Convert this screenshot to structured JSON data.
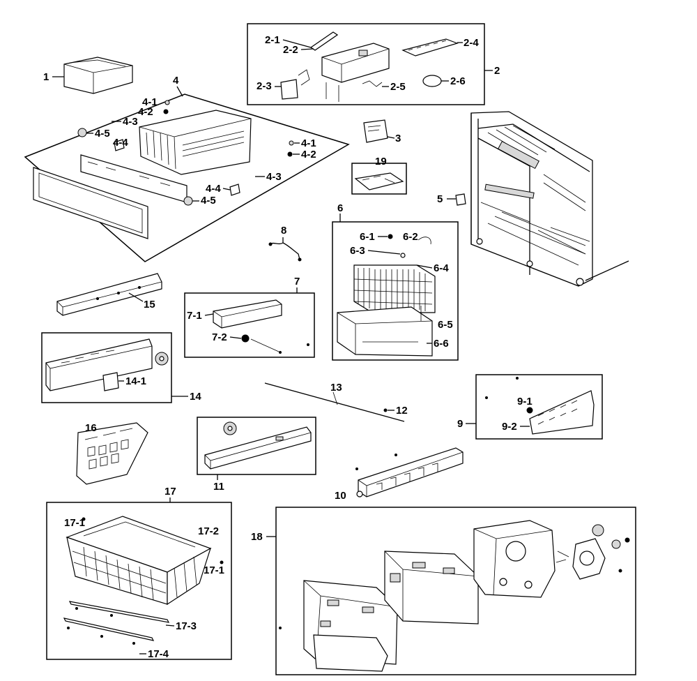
{
  "labels": {
    "p1": "1",
    "p2": "2",
    "p2_1": "2-1",
    "p2_2": "2-2",
    "p2_3": "2-3",
    "p2_4": "2-4",
    "p2_5": "2-5",
    "p2_6": "2-6",
    "p3": "3",
    "p4": "4",
    "p4_1a": "4-1",
    "p4_2a": "4-2",
    "p4_3a": "4-3",
    "p4_5a": "4-5",
    "p4_4a": "4-4",
    "p4_1b": "4-1",
    "p4_2b": "4-2",
    "p4_3b": "4-3",
    "p4_4b": "4-4",
    "p4_5b": "4-5",
    "p5": "5",
    "p6": "6",
    "p6_1": "6-1",
    "p6_2": "6-2",
    "p6_3": "6-3",
    "p6_4": "6-4",
    "p6_5": "6-5",
    "p6_6": "6-6",
    "p7": "7",
    "p7_1": "7-1",
    "p7_2": "7-2",
    "p8": "8",
    "p9": "9",
    "p9_1": "9-1",
    "p9_2": "9-2",
    "p10": "10",
    "p11": "11",
    "p12": "12",
    "p13": "13",
    "p14": "14",
    "p14_1": "14-1",
    "p15": "15",
    "p16": "16",
    "p17": "17",
    "p17_1a": "17-1",
    "p17_1b": "17-1",
    "p17_2": "17-2",
    "p17_3": "17-3",
    "p17_4": "17-4",
    "p18": "18",
    "p19": "19"
  }
}
